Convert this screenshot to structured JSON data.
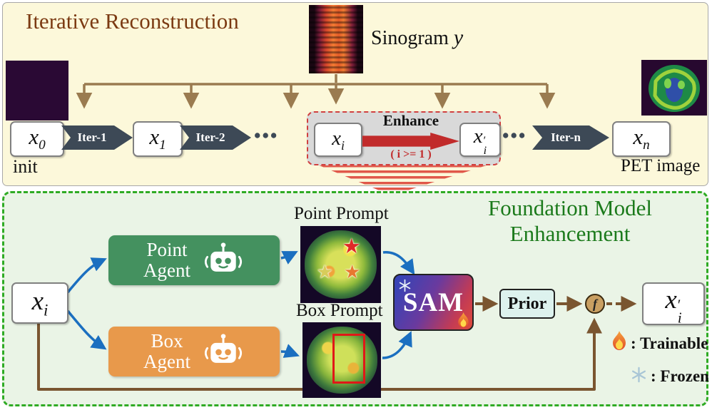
{
  "top": {
    "title": "Iterative Reconstruction",
    "sinogram_label": "Sinogram",
    "sinogram_var": "y",
    "init_label": "init",
    "pet_label": "PET image",
    "dots": "•••",
    "iters": [
      "Iter-1",
      "Iter-2",
      "Iter-n"
    ],
    "enhance_label": "Enhance",
    "enhance_condition": "( i >= 1 )",
    "nodes": {
      "x0": {
        "base": "x",
        "sub": "0"
      },
      "x1": {
        "base": "x",
        "sub": "1"
      },
      "xi": {
        "base": "x",
        "sub": "i"
      },
      "xi_prime": {
        "base": "x",
        "sub": "i",
        "prime": "′"
      },
      "xn": {
        "base": "x",
        "sub": "n"
      }
    }
  },
  "bottom": {
    "title_line1": "Foundation Model",
    "title_line2": "Enhancement",
    "xi": {
      "base": "x",
      "sub": "i"
    },
    "xi_prime": {
      "base": "x",
      "sub": "i",
      "prime": "′"
    },
    "point_agent_line1": "Point",
    "point_agent_line2": "Agent",
    "box_agent_line1": "Box",
    "box_agent_line2": "Agent",
    "point_prompt_label": "Point Prompt",
    "box_prompt_label": "Box Prompt",
    "sam_label": "SAM",
    "prior_label": "Prior",
    "f_label": "f",
    "star_glyph": "★",
    "legend_trainable": ": Trainable",
    "legend_frozen": ": Frozen"
  },
  "colors": {
    "top_panel_bg": "#FCF8DA",
    "bottom_panel_bg": "#EAF4E6",
    "bottom_panel_border": "#2FAB24",
    "top_title": "#7B3A12",
    "bottom_title": "#1B7A1B",
    "iter_arrow": "#3D4956",
    "enhance_arrow": "#C12B2B",
    "feed_line": "#9A7B50",
    "flow_blue": "#1B6FC0",
    "loop_brown": "#7A5530",
    "point_agent": "#44915F",
    "box_agent": "#E8994B",
    "sam_gradient_start": "#3843B5",
    "sam_gradient_end": "#E04A3A",
    "prior_bg": "#DDF2EE",
    "f_circle_bg": "#C99F62"
  }
}
